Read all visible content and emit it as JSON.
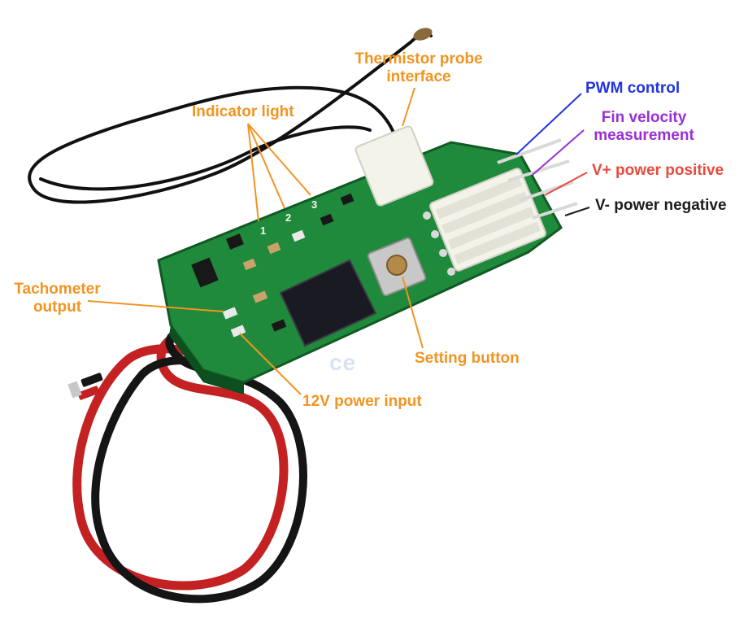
{
  "labels": {
    "thermistor_line1": "Thermistor probe",
    "thermistor_line2": "interface",
    "indicator": "Indicator light",
    "pwm": "PWM control",
    "fin_line1": "Fin velocity",
    "fin_line2": "measurement",
    "vplus": "V+ power positive",
    "vminus": "V- power negative",
    "tach_line1": "Tachometer",
    "tach_line2": "output",
    "setting": "Setting button",
    "power_input": "12V power input"
  },
  "indicator_numbers": [
    "1",
    "2",
    "3"
  ],
  "chip_text": "",
  "watermark": "ce",
  "colors": {
    "orange": "#f29422",
    "blue": "#2233e0",
    "purple": "#9a2fd6",
    "red": "#e84a3e",
    "black": "#1c1c1c",
    "pcb": "#1f8a3b",
    "wire_red": "#c42222",
    "wire_black": "#151515"
  }
}
